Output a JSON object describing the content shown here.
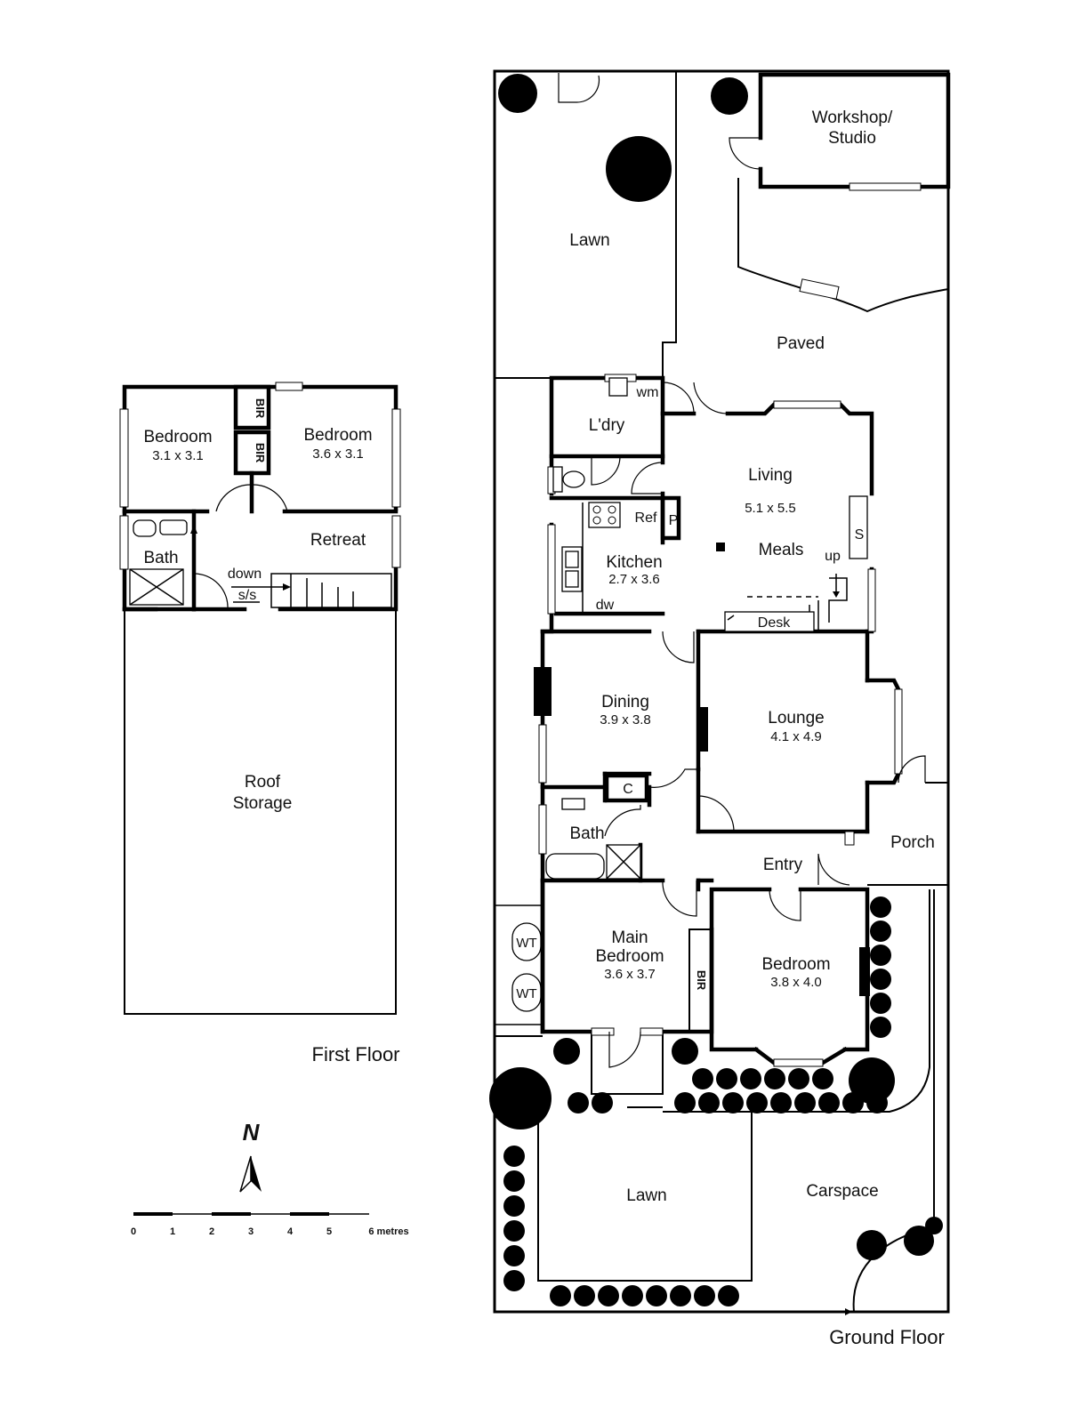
{
  "floors": {
    "first_floor": "First Floor",
    "ground_floor": "Ground Floor"
  },
  "first_floor_rooms": {
    "bedroom1": {
      "name": "Bedroom",
      "size": "3.1 x 3.1"
    },
    "bedroom2": {
      "name": "Bedroom",
      "size": "3.6 x 3.1"
    },
    "bir1": "BIR",
    "bir2": "BIR",
    "bath": "Bath",
    "retreat": "Retreat",
    "down": "down",
    "ss": "s/s",
    "roof_storage_1": "Roof",
    "roof_storage_2": "Storage"
  },
  "ground_floor_rooms": {
    "workshop_1": "Workshop/",
    "workshop_2": "Studio",
    "lawn_back": "Lawn",
    "paved": "Paved",
    "laundry": "L'dry",
    "wm": "wm",
    "living": {
      "name": "Living",
      "size": "5.1 x 5.5"
    },
    "meals": "Meals",
    "ref": "Ref",
    "pantry": "P",
    "stove": "S",
    "up": "up",
    "kitchen": {
      "name": "Kitchen",
      "size": "2.7 x 3.6"
    },
    "dw": "dw",
    "desk": "Desk",
    "dining": {
      "name": "Dining",
      "size": "3.9 x 3.8"
    },
    "cupboard": "C",
    "lounge": {
      "name": "Lounge",
      "size": "4.1 x 4.9"
    },
    "bath": "Bath",
    "entry": "Entry",
    "porch": "Porch",
    "main_bedroom": {
      "name_1": "Main",
      "name_2": "Bedroom",
      "size": "3.6 x 3.7"
    },
    "bir": "BIR",
    "wt1": "WT",
    "wt2": "WT",
    "bedroom": {
      "name": "Bedroom",
      "size": "3.8 x 4.0"
    },
    "lawn_front": "Lawn",
    "carspace": "Carspace"
  },
  "compass": {
    "label": "N"
  },
  "scale": {
    "ticks": [
      "0",
      "1",
      "2",
      "3",
      "4",
      "5",
      "6 metres"
    ]
  }
}
